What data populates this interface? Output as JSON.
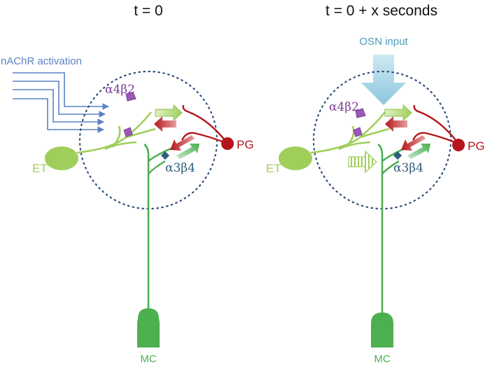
{
  "panels": {
    "left_title": "t = 0",
    "right_title": "t = 0 + x seconds"
  },
  "labels": {
    "nachr": "nAChR activation",
    "osn": "OSN input",
    "receptor_a": "α4β2",
    "receptor_b": "α3β4",
    "pg": "PG",
    "et": "ET",
    "mc": "MC"
  },
  "colors": {
    "et_green": "#9fcf5a",
    "mc_green": "#4caf50",
    "pg_red": "#b3161b",
    "nachr_blue": "#5b82c5",
    "osn_blue": "#9fd0e3",
    "receptor_a_purple": "#7d3c98",
    "receptor_b_teal": "#2f5f7a",
    "circle_blue": "#2e4d7a"
  }
}
